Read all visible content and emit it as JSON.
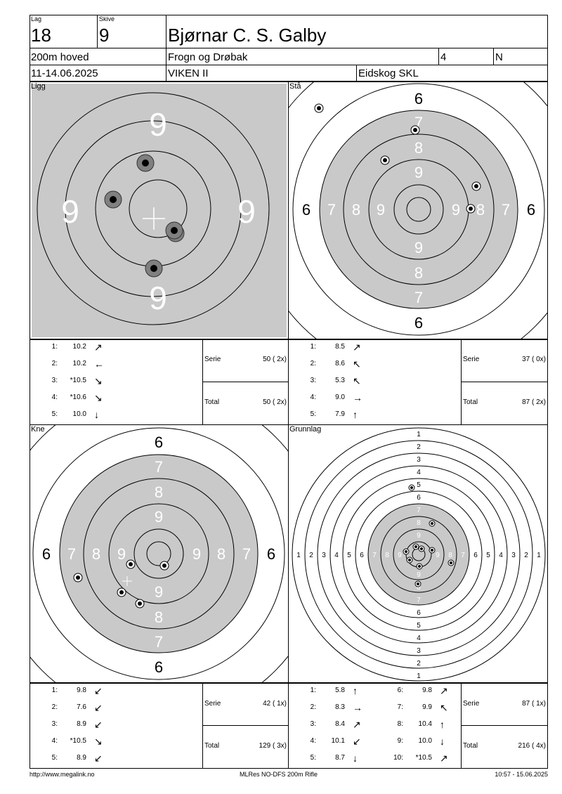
{
  "header": {
    "lag_label": "Lag",
    "lag": "18",
    "skive_label": "Skive",
    "skive": "9",
    "name": "Bjørnar C. S. Galby",
    "program": "200m hoved",
    "club": "Frogn og Drøbak",
    "klasse": "4",
    "flag": "N",
    "date": "11-14.06.2025",
    "region": "VIKEN II",
    "stevne": "Eidskog SKL"
  },
  "targets": {
    "ligg": "Ligg",
    "staa": "Stå",
    "kne": "Kne",
    "grunnlag": "Grunnlag",
    "ligg_rings": [
      "9",
      "9",
      "9",
      "9"
    ],
    "staa_rings": [
      "6",
      "7",
      "8",
      "9",
      "9",
      "8",
      "7",
      "6",
      "6",
      "7",
      "8",
      "9",
      "9",
      "8",
      "7",
      "6"
    ],
    "kne_rings": [
      "6",
      "7",
      "8",
      "9",
      "9",
      "8",
      "7",
      "6",
      "6",
      "7",
      "8",
      "9",
      "9",
      "8",
      "7",
      "6"
    ],
    "grunnlag_rings": [
      "1",
      "2",
      "3",
      "4",
      "5",
      "6",
      "7",
      "8",
      "9"
    ]
  },
  "series": {
    "ligg": {
      "shots": [
        {
          "n": "1:",
          "v": "10.2",
          "dir": "up-right"
        },
        {
          "n": "2:",
          "v": "10.2",
          "dir": "left"
        },
        {
          "n": "3:",
          "v": "*10.5",
          "dir": "down-right"
        },
        {
          "n": "4:",
          "v": "*10.6",
          "dir": "down-right"
        },
        {
          "n": "5:",
          "v": "10.0",
          "dir": "down"
        }
      ],
      "serie_label": "Serie",
      "serie": "50 ( 2x)",
      "total_label": "Total",
      "total": "50 ( 2x)"
    },
    "staa": {
      "shots": [
        {
          "n": "1:",
          "v": "8.5",
          "dir": "right-up"
        },
        {
          "n": "2:",
          "v": "8.6",
          "dir": "up-left"
        },
        {
          "n": "3:",
          "v": "5.3",
          "dir": "up-left"
        },
        {
          "n": "4:",
          "v": "9.0",
          "dir": "right"
        },
        {
          "n": "5:",
          "v": "7.9",
          "dir": "up"
        }
      ],
      "serie_label": "Serie",
      "serie": "37 ( 0x)",
      "total_label": "Total",
      "total": "87 ( 2x)"
    },
    "kne": {
      "shots": [
        {
          "n": "1:",
          "v": "9.8",
          "dir": "left-down"
        },
        {
          "n": "2:",
          "v": "7.6",
          "dir": "left-down"
        },
        {
          "n": "3:",
          "v": "8.9",
          "dir": "down-left"
        },
        {
          "n": "4:",
          "v": "*10.5",
          "dir": "down-right"
        },
        {
          "n": "5:",
          "v": "8.9",
          "dir": "down-left"
        }
      ],
      "serie_label": "Serie",
      "serie": "42 ( 1x)",
      "total_label": "Total",
      "total": "129 ( 3x)"
    },
    "grunnlag": {
      "shots": [
        {
          "n": "1:",
          "v": "5.8",
          "dir": "up"
        },
        {
          "n": "2:",
          "v": "8.3",
          "dir": "right"
        },
        {
          "n": "3:",
          "v": "8.4",
          "dir": "up-right"
        },
        {
          "n": "4:",
          "v": "10.1",
          "dir": "down-left"
        },
        {
          "n": "5:",
          "v": "8.7",
          "dir": "down"
        },
        {
          "n": "6:",
          "v": "9.8",
          "dir": "right-up"
        },
        {
          "n": "7:",
          "v": "9.9",
          "dir": "left-up"
        },
        {
          "n": "8:",
          "v": "10.4",
          "dir": "up"
        },
        {
          "n": "9:",
          "v": "10.0",
          "dir": "down"
        },
        {
          "n": "10:",
          "v": "*10.5",
          "dir": "up-right"
        }
      ],
      "serie_label": "Serie",
      "serie": "87 ( 1x)",
      "total_label": "Total",
      "total": "216 ( 4x)"
    }
  },
  "footer": {
    "url": "http://www.megalink.no",
    "program": "MLRes NO-DFS 200m Rifle",
    "timestamp": "10:57 - 15.06.2025"
  }
}
